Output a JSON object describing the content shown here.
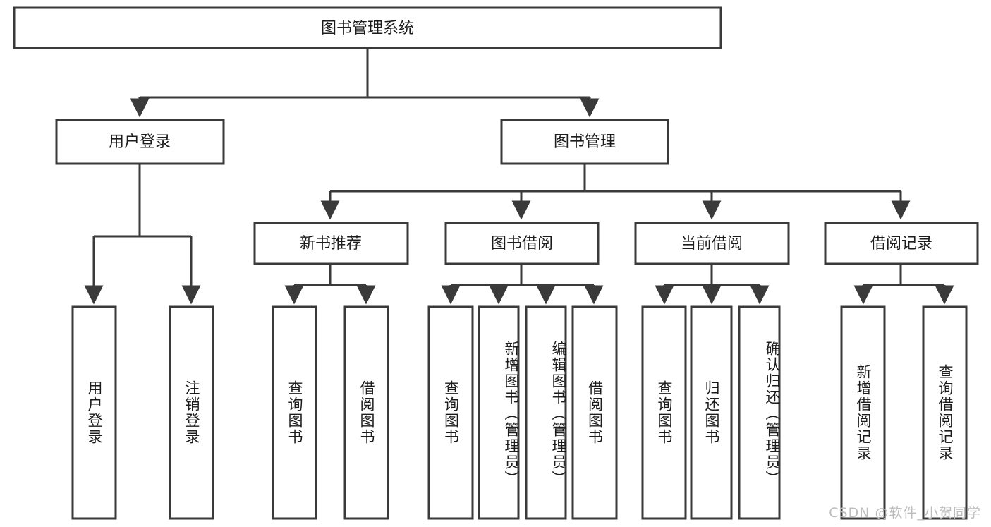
{
  "diagram": {
    "type": "tree-hierarchy-flowchart",
    "title": "图书管理系统",
    "watermark": "CSDN @软件_小贺同学",
    "colors": {
      "background": "#ffffff",
      "box_border": "#3a3a3a",
      "box_fill": "#ffffff",
      "text": "#1c1c1c",
      "connector": "#3a3a3a",
      "watermark": "#bcbcbc"
    },
    "levels": {
      "root": {
        "label": "图书管理系统",
        "orientation": "horizontal"
      },
      "level2": [
        {
          "id": "user-login",
          "label": "用户登录",
          "orientation": "horizontal"
        },
        {
          "id": "book-management",
          "label": "图书管理",
          "orientation": "horizontal"
        }
      ],
      "level3": [
        {
          "id": "new-book-recommend",
          "label": "新书推荐",
          "parent": "book-management",
          "orientation": "horizontal"
        },
        {
          "id": "book-borrow",
          "label": "图书借阅",
          "parent": "book-management",
          "orientation": "horizontal"
        },
        {
          "id": "current-borrow",
          "label": "当前借阅",
          "parent": "book-management",
          "orientation": "horizontal"
        },
        {
          "id": "borrow-record",
          "label": "借阅记录",
          "parent": "book-management",
          "orientation": "horizontal"
        }
      ],
      "leaves": [
        {
          "id": "leaf-user-login",
          "label": "用户登录",
          "parent": "user-login",
          "orientation": "vertical"
        },
        {
          "id": "leaf-logout",
          "label": "注销登录",
          "parent": "user-login",
          "orientation": "vertical"
        },
        {
          "id": "leaf-query-book-1",
          "label": "查询图书",
          "parent": "new-book-recommend",
          "orientation": "vertical"
        },
        {
          "id": "leaf-borrow-book-1",
          "label": "借阅图书",
          "parent": "new-book-recommend",
          "orientation": "vertical"
        },
        {
          "id": "leaf-query-book-2",
          "label": "查询图书",
          "parent": "book-borrow",
          "orientation": "vertical"
        },
        {
          "id": "leaf-add-book",
          "label": "新增图书（管理员）",
          "parent": "book-borrow",
          "orientation": "vertical"
        },
        {
          "id": "leaf-edit-book",
          "label": "编辑图书（管理员）",
          "parent": "book-borrow",
          "orientation": "vertical"
        },
        {
          "id": "leaf-borrow-book-2",
          "label": "借阅图书",
          "parent": "book-borrow",
          "orientation": "vertical"
        },
        {
          "id": "leaf-query-book-3",
          "label": "查询图书",
          "parent": "current-borrow",
          "orientation": "vertical"
        },
        {
          "id": "leaf-return-book",
          "label": "归还图书",
          "parent": "current-borrow",
          "orientation": "vertical"
        },
        {
          "id": "leaf-confirm-return",
          "label": "确认归还（管理员）",
          "parent": "current-borrow",
          "orientation": "vertical"
        },
        {
          "id": "leaf-add-record",
          "label": "新增借阅记录",
          "parent": "borrow-record",
          "orientation": "vertical"
        },
        {
          "id": "leaf-query-record",
          "label": "查询借阅记录",
          "parent": "borrow-record",
          "orientation": "vertical"
        }
      ]
    }
  }
}
